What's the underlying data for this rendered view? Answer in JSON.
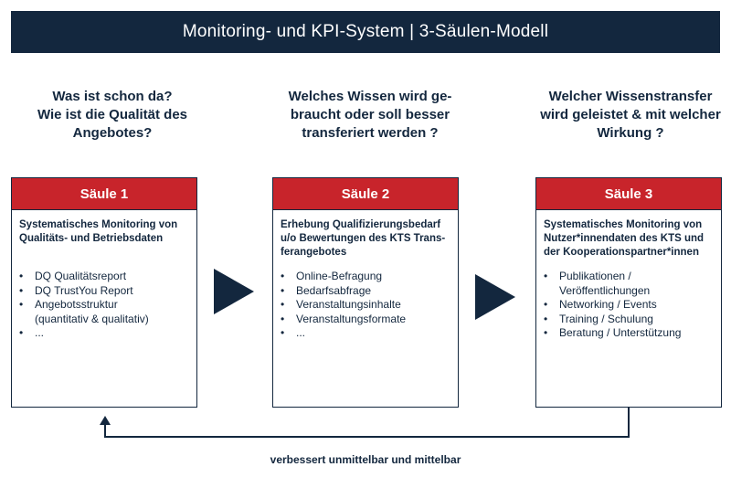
{
  "title": "Monitoring- und KPI-System | 3-Säulen-Modell",
  "questions": [
    [
      "Was ist schon da?",
      "Wie ist die Qualität des",
      "Angebotes?"
    ],
    [
      "Welches Wissen wird ge-",
      "braucht oder soll besser",
      "transferiert werden ?"
    ],
    [
      "Welcher Wissenstransfer",
      "wird geleistet & mit welcher",
      "Wirkung ?"
    ]
  ],
  "pillars": [
    {
      "label": "Säule 1",
      "description": [
        "Systematisches Monitoring von",
        "Qualitäts- und Betriebsdaten"
      ],
      "bullets": [
        [
          "DQ Qualitätsreport"
        ],
        [
          "DQ TrustYou Report"
        ],
        [
          "Angebotsstruktur",
          "(quantitativ & qualitativ)"
        ],
        [
          "..."
        ]
      ]
    },
    {
      "label": "Säule 2",
      "description": [
        "Erhebung Qualifizierungsbedarf",
        "u/o Bewertungen des KTS Trans-",
        "ferangebotes"
      ],
      "bullets": [
        [
          "Online-Befragung"
        ],
        [
          "Bedarfsabfrage"
        ],
        [
          "Veranstaltungsinhalte"
        ],
        [
          "Veranstaltungsformate"
        ],
        [
          "..."
        ]
      ]
    },
    {
      "label": "Säule 3",
      "description": [
        "Systematisches Monitoring von",
        "Nutzer*innendaten des KTS und",
        "der Kooperationspartner*innen"
      ],
      "bullets": [
        [
          "Publikationen /",
          "Veröffentlichungen"
        ],
        [
          "Networking / Events"
        ],
        [
          "Training / Schulung"
        ],
        [
          "Beratung / Unterstützung"
        ]
      ]
    }
  ],
  "feedback_label": "verbessert unmittelbar und mittelbar",
  "colors": {
    "navy": "#13273e",
    "red": "#c8242b"
  }
}
